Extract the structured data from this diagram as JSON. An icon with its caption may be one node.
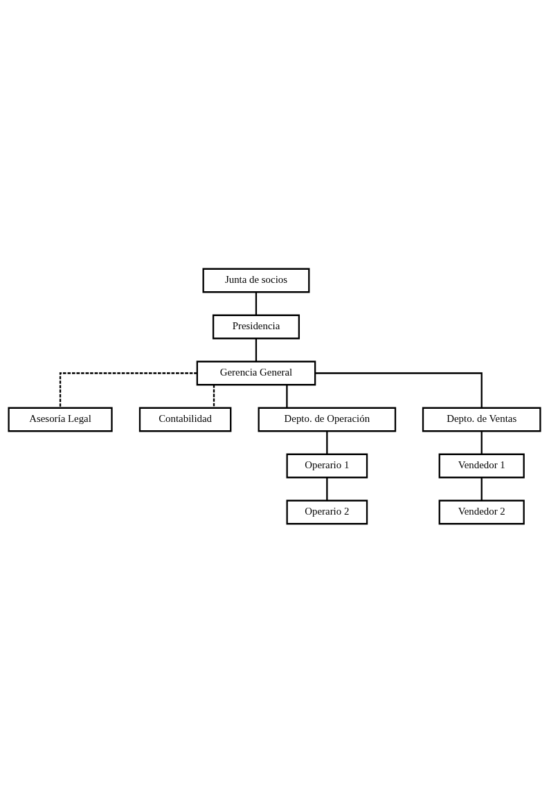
{
  "diagram": {
    "nodes": [
      {
        "text": [
          "Junta de socios"
        ]
      },
      {
        "text": [
          "Presidencia"
        ]
      },
      {
        "text": [
          "Gerencia General"
        ]
      },
      {
        "text": [
          "Asesoría Legal"
        ]
      },
      {
        "text": [
          "Contabilidad"
        ]
      },
      {
        "text": [
          "Depto. de Operación"
        ]
      },
      {
        "text": [
          "Depto. de Ventas"
        ]
      },
      {
        "text": [
          "Operario 1"
        ]
      },
      {
        "text": [
          "Operario 2"
        ]
      },
      {
        "text": [
          "Vendedor 1"
        ]
      },
      {
        "text": [
          "Vendedor 2"
        ]
      }
    ],
    "edges": [
      {
        "from": 0,
        "to": 1,
        "arrow": "none"
      },
      {
        "from": 1,
        "to": 2,
        "arrow": "none"
      },
      {
        "from": 2,
        "to": 3,
        "arrow": "none",
        "style": "dashed"
      },
      {
        "from": 2,
        "to": 4,
        "arrow": "none",
        "style": "dashed"
      },
      {
        "from": 2,
        "to": 5,
        "arrow": "none"
      },
      {
        "from": 2,
        "to": 6,
        "arrow": "none"
      },
      {
        "from": 5,
        "to": 7,
        "arrow": "none"
      },
      {
        "from": 7,
        "to": 8,
        "arrow": "none"
      },
      {
        "from": 6,
        "to": 9,
        "arrow": "none"
      },
      {
        "from": 9,
        "to": 10,
        "arrow": "none"
      }
    ]
  }
}
